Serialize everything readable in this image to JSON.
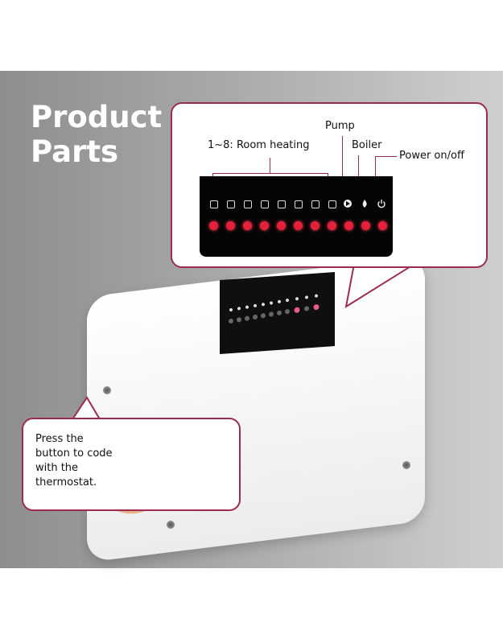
{
  "title": {
    "line1": "Product",
    "line2": "Parts"
  },
  "callout_top": {
    "pump_label": "Pump",
    "room_heating_label": "1~8: Room heating",
    "boiler_label": "Boiler",
    "power_label": "Power on/off"
  },
  "callout_left": {
    "line1": "Press the",
    "line2": "button to code",
    "line3": "with the",
    "line4": "thermostat."
  },
  "led_icons": [
    "room-1-icon",
    "room-2-icon",
    "room-3-icon",
    "room-4-icon",
    "room-5-icon",
    "room-6-icon",
    "room-7-icon",
    "room-8-icon",
    "pump-icon",
    "boiler-flame-icon",
    "power-icon"
  ],
  "colors": {
    "accent": "#9c2b52",
    "led": "#e4203a",
    "panel": "#050505"
  }
}
